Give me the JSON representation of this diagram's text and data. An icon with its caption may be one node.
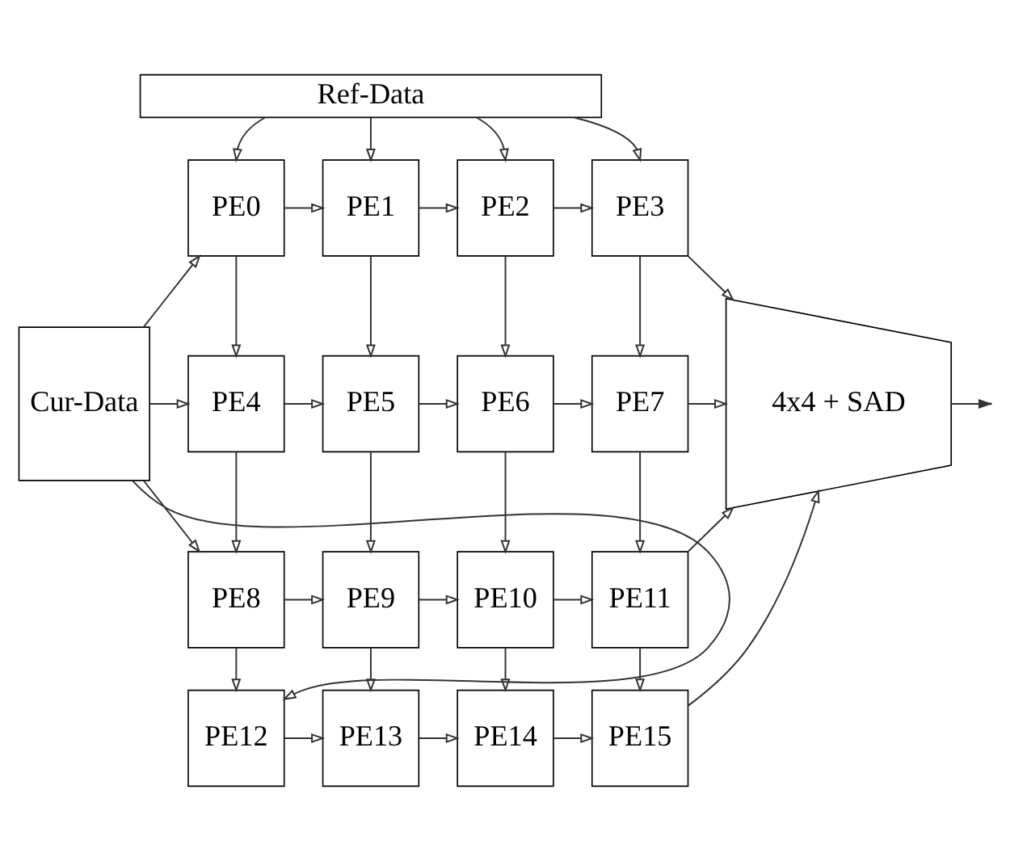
{
  "diagram": {
    "nodes": [
      {
        "text": [
          "Ref-Data"
        ]
      },
      {
        "text": [
          "Cur-Data"
        ]
      },
      {
        "text": [
          "PE0"
        ]
      },
      {
        "text": [
          "PE1"
        ]
      },
      {
        "text": [
          "PE2"
        ]
      },
      {
        "text": [
          "PE3"
        ]
      },
      {
        "text": [
          "PE4"
        ]
      },
      {
        "text": [
          "PE5"
        ]
      },
      {
        "text": [
          "PE6"
        ]
      },
      {
        "text": [
          "PE7"
        ]
      },
      {
        "text": [
          "PE8"
        ]
      },
      {
        "text": [
          "PE9"
        ]
      },
      {
        "text": [
          "PE10"
        ]
      },
      {
        "text": [
          "PE11"
        ]
      },
      {
        "text": [
          "PE12"
        ]
      },
      {
        "text": [
          "PE13"
        ]
      },
      {
        "text": [
          "PE14"
        ]
      },
      {
        "text": [
          "PE15"
        ]
      },
      {
        "text": [
          "4x4 + SAD"
        ]
      }
    ],
    "edges": [
      {
        "from": 0,
        "to": 2,
        "arrow": "to"
      },
      {
        "from": 0,
        "to": 3,
        "arrow": "to"
      },
      {
        "from": 0,
        "to": 4,
        "arrow": "to"
      },
      {
        "from": 0,
        "to": 5,
        "arrow": "to"
      },
      {
        "from": 1,
        "to": 2,
        "arrow": "to"
      },
      {
        "from": 1,
        "to": 6,
        "arrow": "to"
      },
      {
        "from": 1,
        "to": 10,
        "arrow": "to"
      },
      {
        "from": 1,
        "to": 14,
        "arrow": "to"
      },
      {
        "from": 2,
        "to": 3,
        "arrow": "to"
      },
      {
        "from": 3,
        "to": 4,
        "arrow": "to"
      },
      {
        "from": 4,
        "to": 5,
        "arrow": "to"
      },
      {
        "from": 6,
        "to": 7,
        "arrow": "to"
      },
      {
        "from": 7,
        "to": 8,
        "arrow": "to"
      },
      {
        "from": 8,
        "to": 9,
        "arrow": "to"
      },
      {
        "from": 10,
        "to": 11,
        "arrow": "to"
      },
      {
        "from": 11,
        "to": 12,
        "arrow": "to"
      },
      {
        "from": 12,
        "to": 13,
        "arrow": "to"
      },
      {
        "from": 14,
        "to": 15,
        "arrow": "to"
      },
      {
        "from": 15,
        "to": 16,
        "arrow": "to"
      },
      {
        "from": 16,
        "to": 17,
        "arrow": "to"
      },
      {
        "from": 2,
        "to": 6,
        "arrow": "to"
      },
      {
        "from": 3,
        "to": 7,
        "arrow": "to"
      },
      {
        "from": 4,
        "to": 8,
        "arrow": "to"
      },
      {
        "from": 5,
        "to": 9,
        "arrow": "to"
      },
      {
        "from": 6,
        "to": 10,
        "arrow": "to"
      },
      {
        "from": 7,
        "to": 11,
        "arrow": "to"
      },
      {
        "from": 8,
        "to": 12,
        "arrow": "to"
      },
      {
        "from": 9,
        "to": 13,
        "arrow": "to"
      },
      {
        "from": 10,
        "to": 14,
        "arrow": "to"
      },
      {
        "from": 11,
        "to": 15,
        "arrow": "to"
      },
      {
        "from": 12,
        "to": 16,
        "arrow": "to"
      },
      {
        "from": 13,
        "to": 17,
        "arrow": "to"
      },
      {
        "from": 5,
        "to": 18,
        "arrow": "to"
      },
      {
        "from": 9,
        "to": 18,
        "arrow": "to"
      },
      {
        "from": 13,
        "to": 18,
        "arrow": "to"
      },
      {
        "from": 17,
        "to": 18,
        "arrow": "to"
      },
      {
        "from": 18,
        "to": null,
        "arrow": "to"
      }
    ]
  }
}
